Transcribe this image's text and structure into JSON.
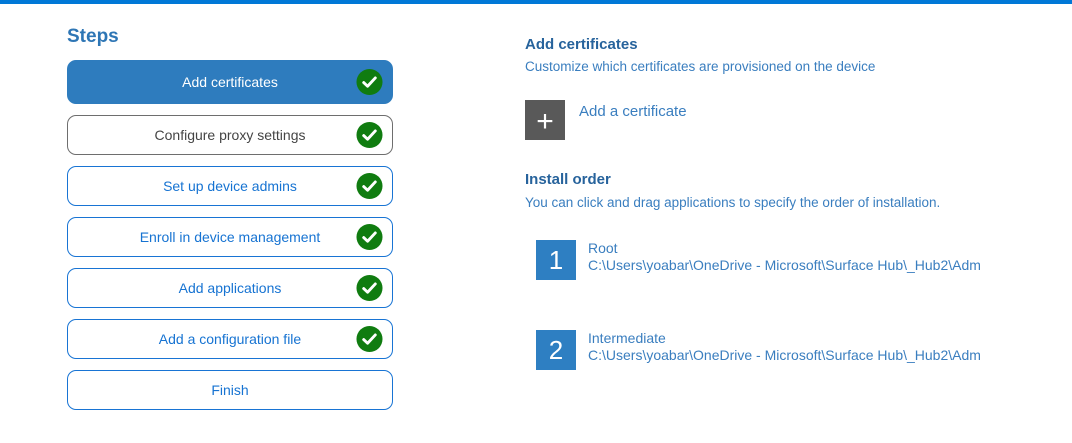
{
  "colors": {
    "top_accent": "#0078d7",
    "selected_step_bg": "#2e7cbe",
    "step_border_blue": "#1874d4",
    "step_border_gray": "#6e6e6e",
    "check_green": "#107c10",
    "heading_blue": "#27639c",
    "body_blue": "#3a7ebf",
    "plus_square_gray": "#595959",
    "number_square_blue": "#2e7fc2"
  },
  "sidebar": {
    "title": "Steps",
    "steps": [
      {
        "label": "Add certificates",
        "state": "selected",
        "checked": true
      },
      {
        "label": "Configure proxy settings",
        "state": "visited",
        "checked": true
      },
      {
        "label": "Set up device admins",
        "state": "normal",
        "checked": true
      },
      {
        "label": "Enroll in device management",
        "state": "normal",
        "checked": true
      },
      {
        "label": "Add applications",
        "state": "normal",
        "checked": true
      },
      {
        "label": "Add a configuration file",
        "state": "normal",
        "checked": true
      },
      {
        "label": "Finish",
        "state": "normal",
        "checked": false
      }
    ]
  },
  "main": {
    "title": "Add certificates",
    "subtitle": "Customize which certificates are provisioned on the device",
    "add_button": {
      "icon": "plus-icon",
      "glyph": "+",
      "label": "Add a certificate"
    },
    "install_order": {
      "title": "Install order",
      "subtitle": "You can click and drag applications to specify the order of installation.",
      "items": [
        {
          "order": "1",
          "name": "Root",
          "path": "C:\\Users\\yoabar\\OneDrive - Microsoft\\Surface Hub\\_Hub2\\Adm"
        },
        {
          "order": "2",
          "name": "Intermediate",
          "path": "C:\\Users\\yoabar\\OneDrive - Microsoft\\Surface Hub\\_Hub2\\Adm"
        }
      ]
    }
  }
}
